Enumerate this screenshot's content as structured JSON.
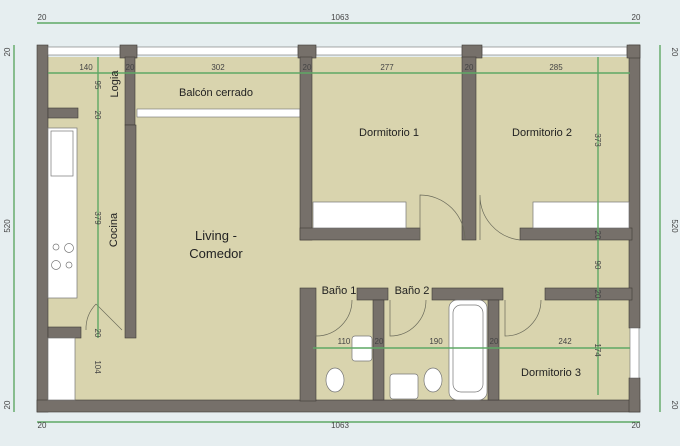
{
  "rooms": {
    "logia": "Logia",
    "balcon": "Balcón cerrado",
    "cocina": "Cocina",
    "living_1": "Living -",
    "living_2": "Comedor",
    "dorm1": "Dormitorio 1",
    "dorm2": "Dormitorio 2",
    "dorm3": "Dormitorio 3",
    "bano1": "Baño 1",
    "bano2": "Baño 2"
  },
  "dimensions": {
    "total_width_top": "1063",
    "total_width_bottom": "1063",
    "wall_top_left": "20",
    "wall_top_right": "20",
    "wall_bottom_left": "20",
    "wall_bottom_right": "20",
    "total_height_left": "520",
    "total_height_right": "520",
    "wall_left_top": "20",
    "wall_left_bottom": "20",
    "wall_right_top": "20",
    "wall_right_bottom": "20",
    "logia_w": "140",
    "balcon_w": "302",
    "dorm1_w": "277",
    "dorm2_w": "285",
    "int_wall_1": "20",
    "int_wall_2": "20",
    "int_wall_3": "20",
    "logia_h": "95",
    "logia_wall": "20",
    "cocina_h": "379",
    "cocina_wall": "20",
    "pantry_h": "104",
    "dorm2_h": "373",
    "hall_wall_1": "20",
    "hall_h": "90",
    "hall_wall_2": "20",
    "dorm3_h": "174",
    "bano1_w": "110",
    "bano_wall_1": "20",
    "bano2_w": "190",
    "bano_wall_2": "20",
    "dorm3_w": "242"
  }
}
